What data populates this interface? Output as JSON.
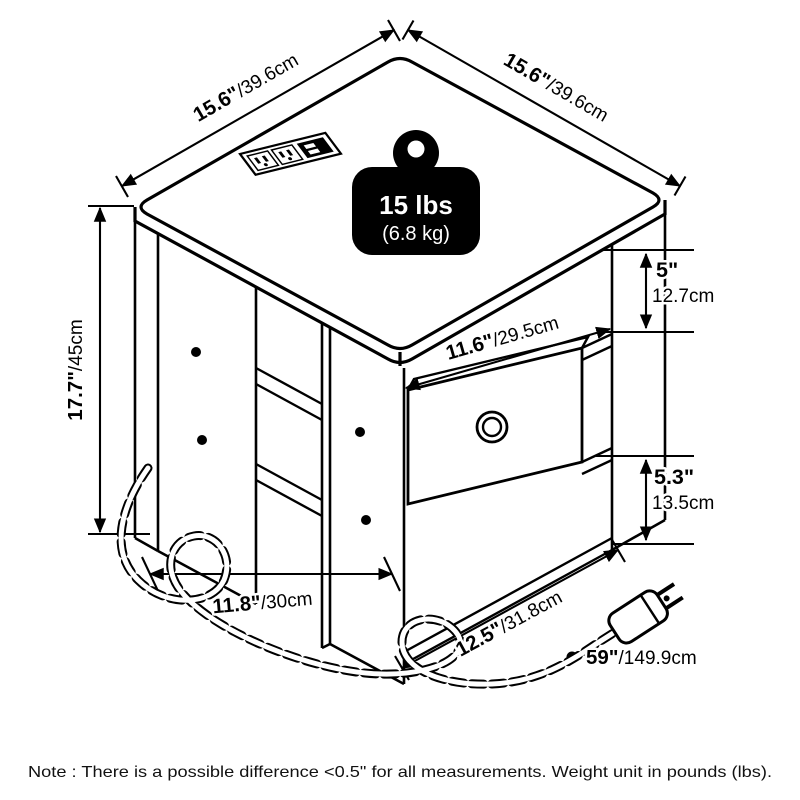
{
  "title": "End table dimension diagram",
  "weight": {
    "lbs": "15 lbs",
    "kg": "(6.8 kg)"
  },
  "dims": {
    "top_left": {
      "inch": "15.6\"",
      "metric": "/39.6cm"
    },
    "top_right": {
      "inch": "15.6\"",
      "metric": "/39.6cm"
    },
    "height": {
      "inch": "17.7\"",
      "metric": "/45cm"
    },
    "shelf_gap": {
      "inch": "5\"",
      "metric": "12.7cm"
    },
    "drawer_width": {
      "inch": "11.6\"",
      "metric": "/29.5cm"
    },
    "drawer_gap": {
      "inch": "5.3\"",
      "metric": "13.5cm"
    },
    "base_width": {
      "inch": "11.8\"",
      "metric": "/30cm"
    },
    "base_depth": {
      "inch": "12.5\"",
      "metric": "/31.8cm"
    },
    "cord_length": {
      "inch": "59\"",
      "metric": "/149.9cm"
    }
  },
  "note": "Note : There is a possible difference <0.5\" for all measurements. Weight unit in pounds (lbs)."
}
